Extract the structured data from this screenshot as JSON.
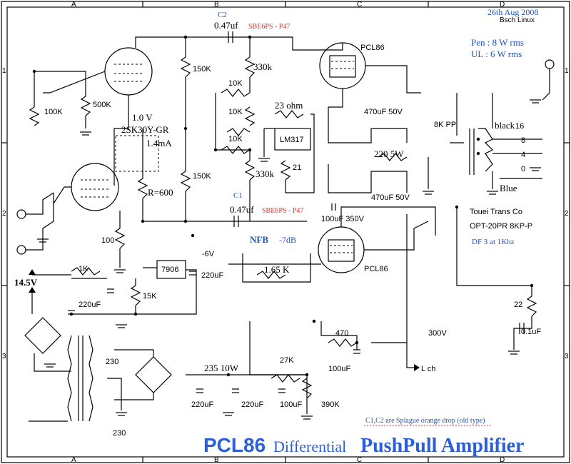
{
  "grid": {
    "cols": [
      "A",
      "B",
      "C",
      "D"
    ],
    "rows": [
      "1",
      "2",
      "3"
    ]
  },
  "header": {
    "date": "26th Aug 2008",
    "software": "Bsch Linux"
  },
  "specs": {
    "pentode": "Pen : 8 W rms",
    "ultralinear": "UL : 6 W rms"
  },
  "title": {
    "part1": "PCL86",
    "part2": "Differential",
    "part3": "PushPull Amplifier"
  },
  "notes": {
    "capacitors": "C1,C2 are Splague orange drop (old type)"
  },
  "transformer": {
    "maker": "Touei Trans Co",
    "model": "OPT-20PR 8KP-P",
    "damping": "DF 3 at 1Khz",
    "tap_16": "16",
    "tap_8": "8",
    "tap_4": "4",
    "tap_0": "0",
    "black": "black",
    "blue": "Blue",
    "primary": "8K PP"
  },
  "labels": {
    "c2_name": "C2",
    "c2_value": "0.47uf",
    "c2_part": "SBE6PS - P47",
    "c1_name": "C1",
    "c1_value": "0.47uf",
    "c1_part": "SBE6PS - P47",
    "tube_top": "PCL86",
    "tube_bottom": "PCL86",
    "r150k_a": "150K",
    "r150k_b": "150K",
    "r330k_a": "330k",
    "r330k_b": "330k",
    "r10k_a": "10K",
    "r10k_b": "10K",
    "r10k_c": "10K",
    "vol_100k": "100K",
    "r500k": "500K",
    "fet_v": "1.0 V",
    "fet_part": "2SK30Y-GR",
    "fet_i": "1.4mA",
    "r600": "R=600",
    "r100": "100",
    "r23": "23  ohm",
    "lm317": "LM317",
    "r21": "21",
    "c470_50_a": "470uF 50V",
    "r220_5w": "220  5W",
    "c470_50_b": "470uF 50V",
    "c100_350": "100uF 350V",
    "nfb": "NFB",
    "nfb_db": "-7dB",
    "r165k": "1.65  K",
    "reg7906": "7906",
    "minus6v": "-6V",
    "c220_a": "220uF",
    "r1k": "1K",
    "c220_b": "220uF",
    "r15k": "15K",
    "v14_5": "14.5V",
    "v230_a": "230",
    "v230_b": "230",
    "r235_10w": "235  10W",
    "r27k": "27K",
    "c220_c": "220uF",
    "c220_d": "220uF",
    "c100_a": "100uF",
    "r390k": "390K",
    "r470": "470",
    "c100_b": "100uF",
    "lch": "L ch",
    "v300": "300V",
    "r22": "22",
    "c01": "0.1uF"
  }
}
